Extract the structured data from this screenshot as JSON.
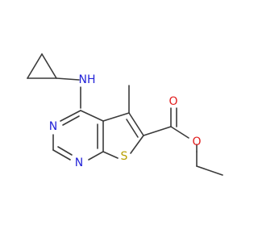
{
  "structure": {
    "atoms": [
      {
        "symbol": "NH",
        "color": "#2323d8"
      },
      {
        "symbol": "N",
        "color": "#2323d8"
      },
      {
        "symbol": "N",
        "color": "#2323d8"
      },
      {
        "symbol": "S",
        "color": "#b8a000"
      },
      {
        "symbol": "O",
        "color": "#e11b1b"
      },
      {
        "symbol": "O",
        "color": "#e11b1b"
      }
    ],
    "bond_color": "#3a3a3a"
  }
}
